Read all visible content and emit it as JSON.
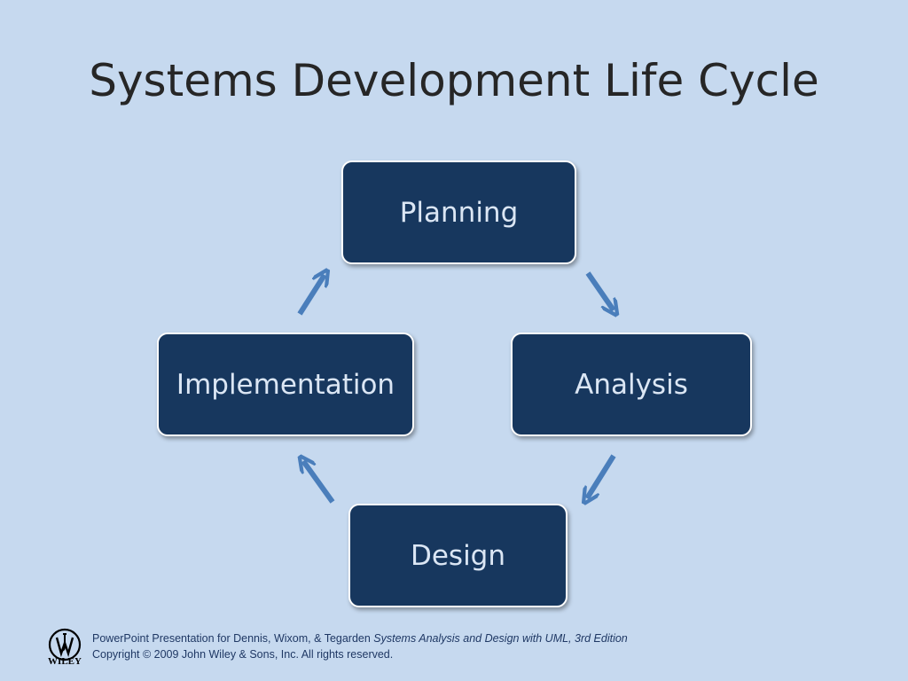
{
  "slide": {
    "title": "Systems Development Life Cycle"
  },
  "diagram": {
    "phases": [
      "Planning",
      "Analysis",
      "Design",
      "Implementation"
    ],
    "colors": {
      "box_fill": "#17375e",
      "box_text": "#dbe6f4",
      "arrow": "#4a7ebb",
      "background": "#c6d9ef"
    }
  },
  "footer": {
    "line1_prefix": "PowerPoint Presentation for Dennis, Wixom, & Tegarden ",
    "line1_book": "Systems Analysis and Design with UML, 3rd Edition",
    "line2": "Copyright © 2009 John Wiley & Sons, Inc.  All rights reserved.",
    "logo_text": "WILEY"
  }
}
